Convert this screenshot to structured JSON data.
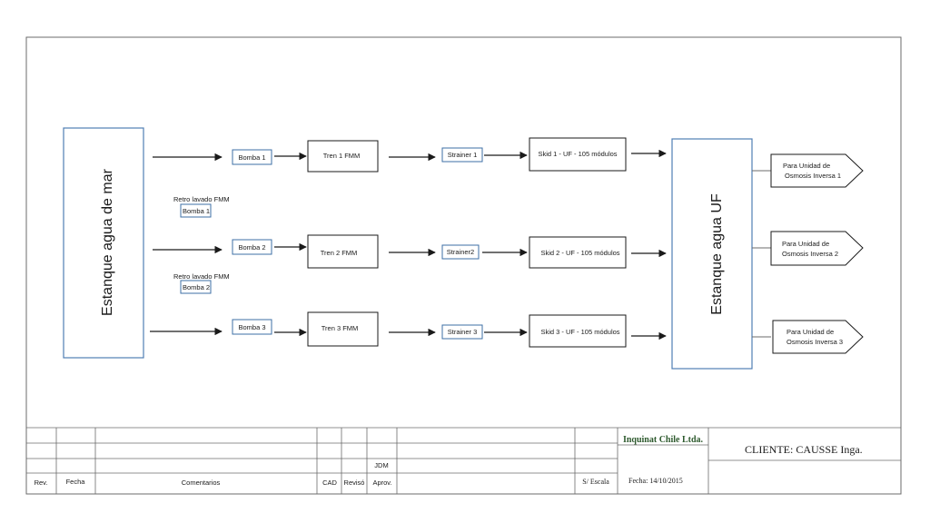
{
  "tanks": {
    "sea": "Estanque agua de mar",
    "uf": "Estanque agua UF"
  },
  "pumps": [
    "Bomba 1",
    "Bomba 2",
    "Bomba 3"
  ],
  "trains": [
    "Tren 1 FMM",
    "Tren 2 FMM",
    "Tren 3 FMM"
  ],
  "strainers": [
    "Strainer 1",
    "Strainer2",
    "Strainer 3"
  ],
  "skids": [
    "Skid  1 - UF  - 105 módulos",
    "Skid  2 - UF  - 105 módulos",
    "Skid  3 - UF  - 105 módulos"
  ],
  "backwash": [
    {
      "title": "Retro lavado FMM",
      "pump": "Bomba 1"
    },
    {
      "title": "Retro lavado FMM",
      "pump": "Bomba 2"
    }
  ],
  "outputs": [
    {
      "line1": "Para Unidad de",
      "line2": "Osmosis Inversa  1"
    },
    {
      "line1": "Para Unidad de",
      "line2": "Osmosis Inversa  2"
    },
    {
      "line1": "Para Unidad de",
      "line2": "Osmosis Inversa  3"
    }
  ],
  "title_block": {
    "rev": "Rev.",
    "fecha": "Fecha",
    "comentarios": "Comentarios",
    "cad": "CAD",
    "reviso": "Revisó",
    "aprov": "Aprov.",
    "jdm": "JDM",
    "escala": "S/ Escala",
    "fecha_value": "Fecha: 14/10/2015",
    "company": "Inquinat Chile Ltda.",
    "cliente": "CLIENTE:    CAUSSE Inga."
  },
  "colors": {
    "line": "#1a1a1a",
    "frame": "#6b6b6b",
    "tank_border": "#4f7eb3",
    "pump_border": "#3d6fa6",
    "company_text": "#2e5a2e"
  }
}
